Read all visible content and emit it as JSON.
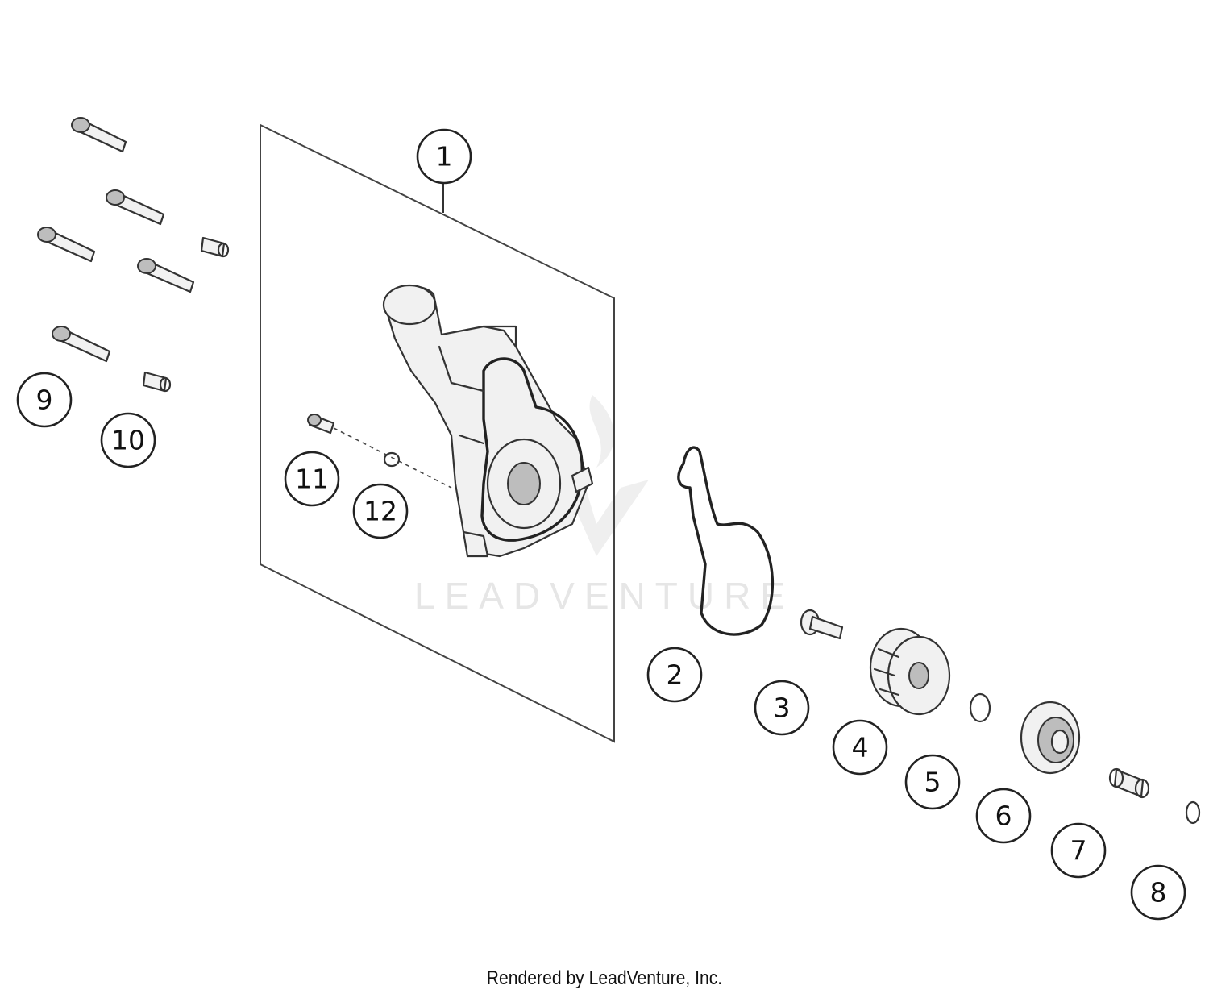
{
  "callouts": [
    "1",
    "2",
    "3",
    "4",
    "5",
    "6",
    "7",
    "8",
    "9",
    "10",
    "11",
    "12"
  ],
  "watermark": "LEADVENTURE",
  "footer": "Rendered by LeadVenture, Inc.",
  "colors": {
    "line": "#333333",
    "background": "#ffffff",
    "watermark": "#e6e6e6"
  }
}
